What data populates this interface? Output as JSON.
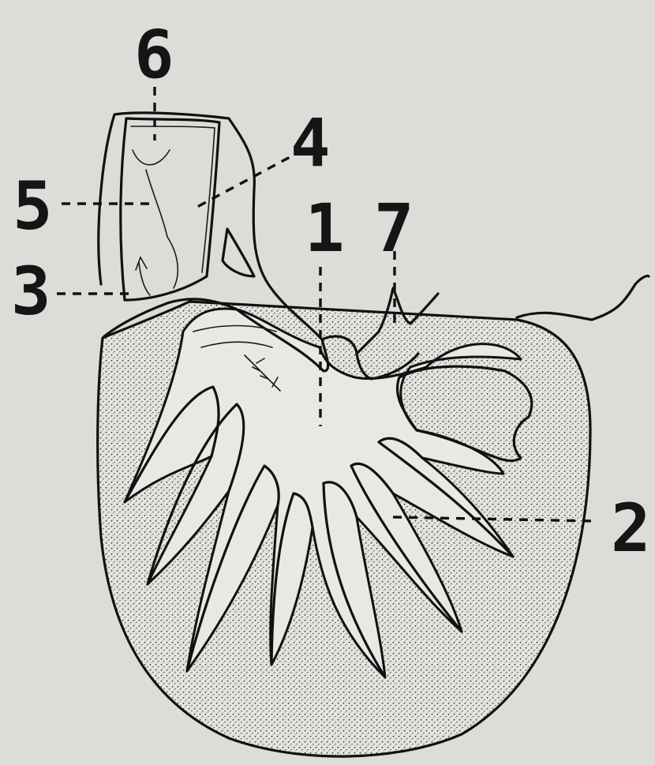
{
  "figure": {
    "labels": {
      "l1": "1",
      "l2": "2",
      "l3": "3",
      "l4": "4",
      "l5": "5",
      "l6": "6",
      "l7": "7"
    },
    "colors": {
      "background": "#dcdcd8",
      "ink": "#111111",
      "stipple": "#3a3a3a"
    }
  }
}
